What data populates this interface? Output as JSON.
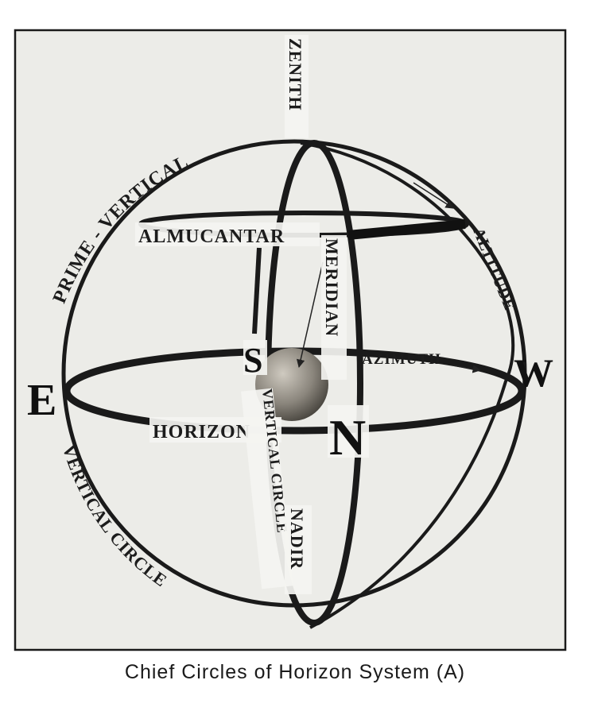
{
  "labels": {
    "zenith": "ZENITH",
    "prime_vertical": "PRIME - VERTICAL",
    "almucantar": "ALMUCANTAR",
    "meridian": "MERIDIAN",
    "altitude": "ALTITUDE",
    "azimuth": "AZIMUTH",
    "horizon": "HORIZON",
    "vertical_circle_left": "VERTICAL CIRCLE",
    "vertical_circle_center": "VERTICAL CIRCLE",
    "nadir": "NADIR"
  },
  "cardinals": {
    "east": "E",
    "west": "W",
    "south": "S",
    "north": "N"
  },
  "caption": "Chief Circles of Horizon System (A)",
  "colors": {
    "plate": "#ecece8",
    "rings": "#1a1a1a",
    "earth": "#8a857c"
  }
}
